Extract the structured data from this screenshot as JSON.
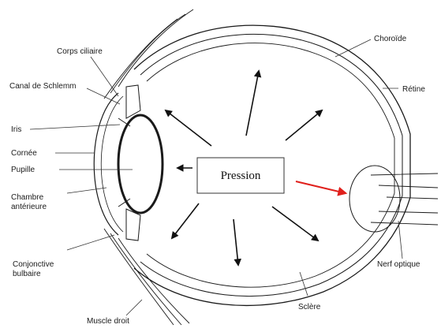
{
  "labels": {
    "corps_ciliaire": "Corps ciliaire",
    "canal_schlemm": "Canal de Schlemm",
    "iris": "Iris",
    "cornee": "Cornée",
    "pupille": "Pupille",
    "chambre_line1": "Chambre",
    "chambre_line2": "antérieure",
    "conjonctive_line1": "Conjonctive",
    "conjonctive_line2": "bulbaire",
    "muscle_droit": "Muscle droit",
    "choroide": "Choroïde",
    "retine": "Rétine",
    "nerf_optique": "Nerf optique",
    "sclere": "Sclère"
  },
  "center": {
    "text": "Pression"
  },
  "colors": {
    "line": "#1a1a1a",
    "pressure_arrow": "#111111",
    "highlight_arrow": "#e0201c"
  },
  "icons": [
    "pressure-arrow-icon",
    "red-arrow-icon"
  ]
}
